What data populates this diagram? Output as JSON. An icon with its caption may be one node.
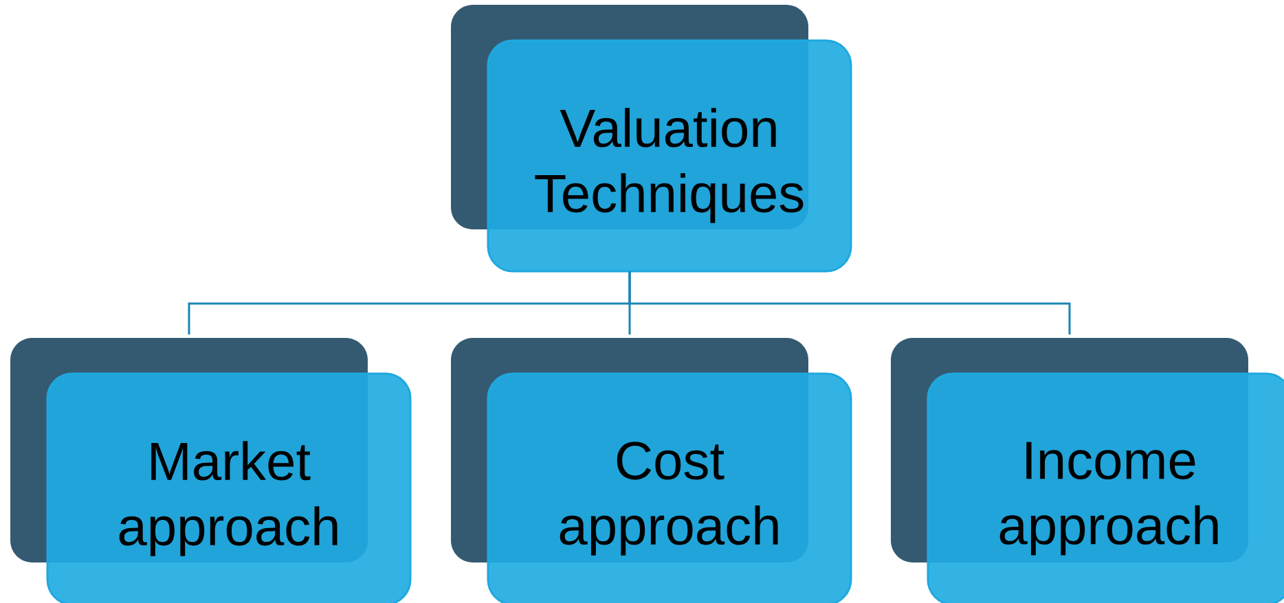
{
  "diagram": {
    "nodes": [
      {
        "text": [
          "Valuation Techniques"
        ]
      },
      {
        "text": [
          "Market approach"
        ]
      },
      {
        "text": [
          "Cost approach"
        ]
      },
      {
        "text": [
          "Income approach"
        ]
      }
    ],
    "edges": [
      {
        "from": 0,
        "to": 1,
        "arrow": "none"
      },
      {
        "from": 0,
        "to": 2,
        "arrow": "none"
      },
      {
        "from": 0,
        "to": 3,
        "arrow": "none"
      }
    ]
  }
}
